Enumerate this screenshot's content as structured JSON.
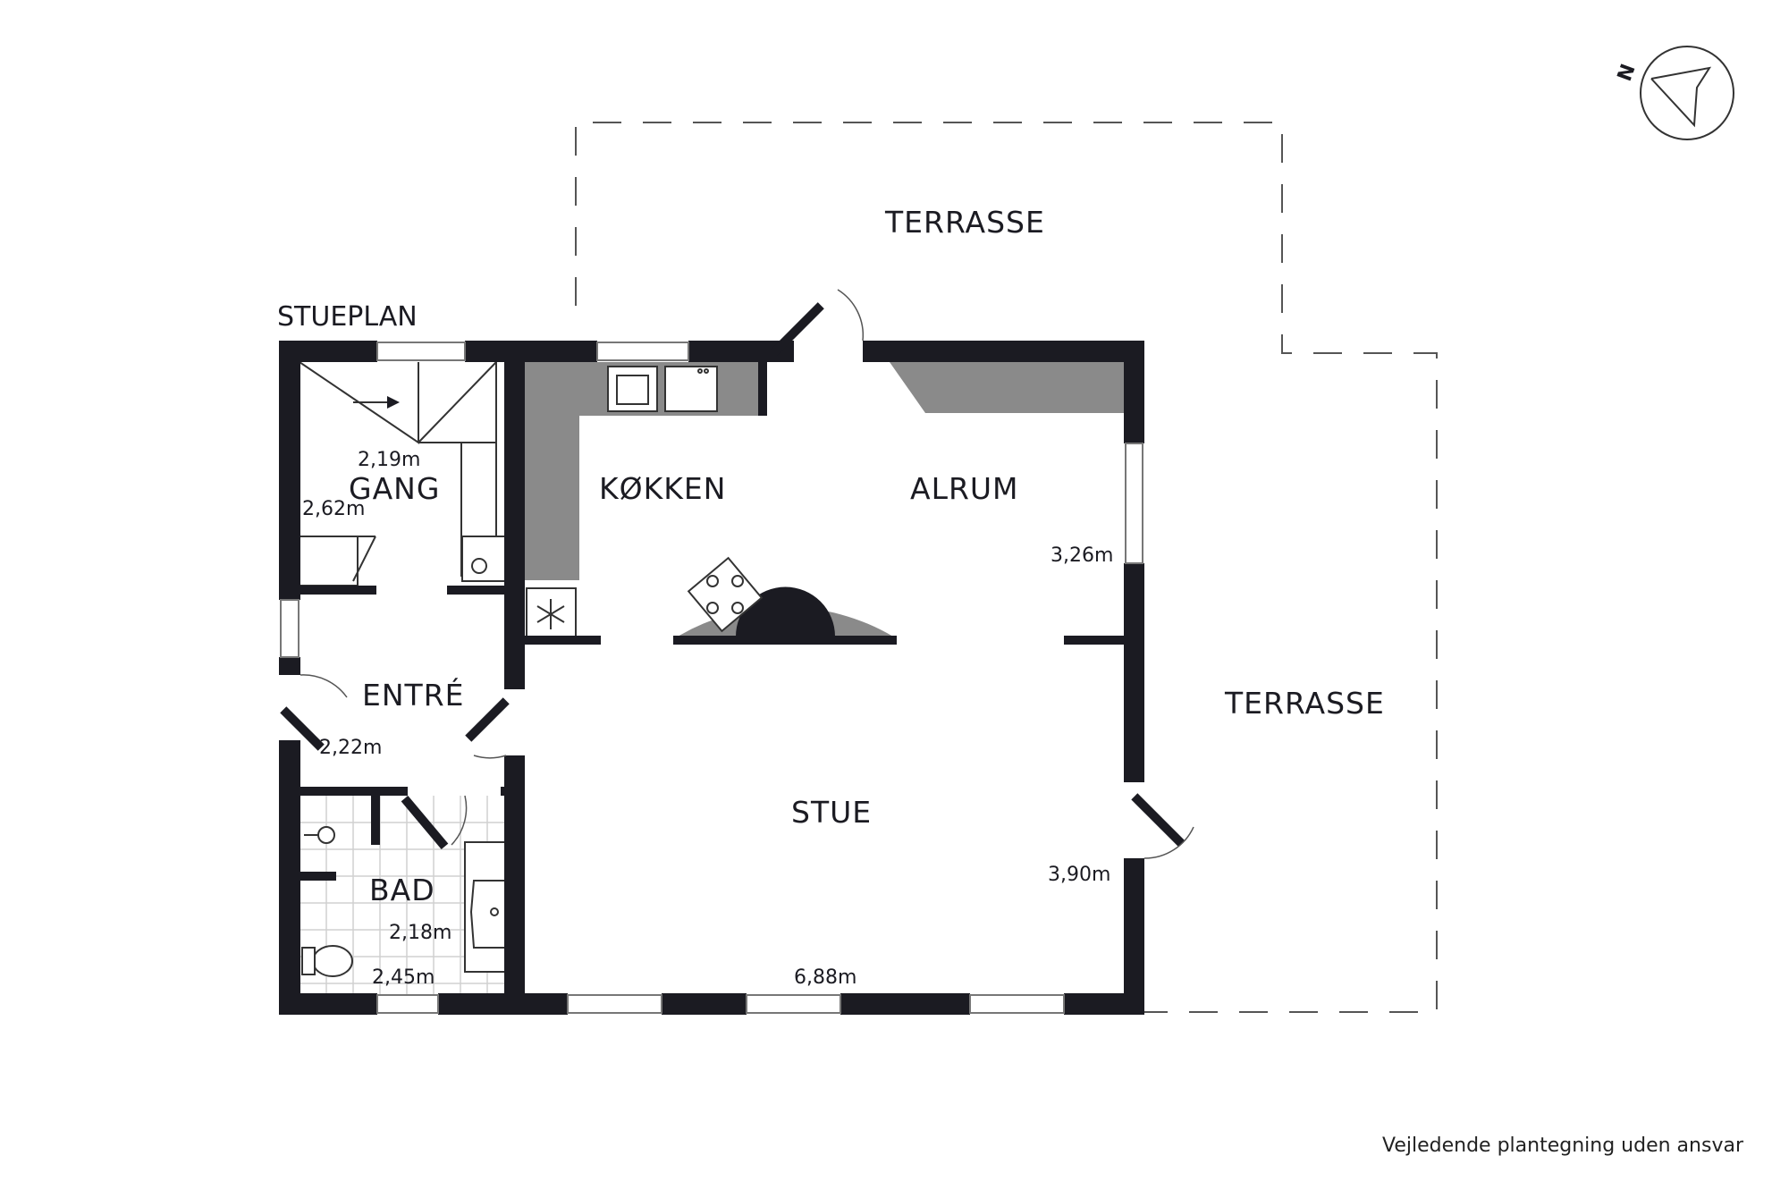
{
  "plan": {
    "title": "STUEPLAN",
    "north_label": "N",
    "disclaimer": "Vejledende plantegning uden ansvar"
  },
  "rooms": {
    "terrace_top": "TERRASSE",
    "terrace_right": "TERRASSE",
    "gang": "GANG",
    "kokken": "KØKKEN",
    "alrum": "ALRUM",
    "entre": "ENTRÉ",
    "stue": "STUE",
    "bad": "BAD"
  },
  "dimensions": {
    "gang_width": "2,19m",
    "gang_depth": "2,62m",
    "alrum_depth": "3,26m",
    "entre_width": "2,22m",
    "stue_depth": "3,90m",
    "stue_width": "6,88m",
    "bad_depth": "2,18m",
    "bad_width": "2,45m"
  },
  "colors": {
    "wall": "#1b1b22",
    "counter": "#8a8a8a",
    "window": "#c8c8c8",
    "line": "#555555"
  }
}
